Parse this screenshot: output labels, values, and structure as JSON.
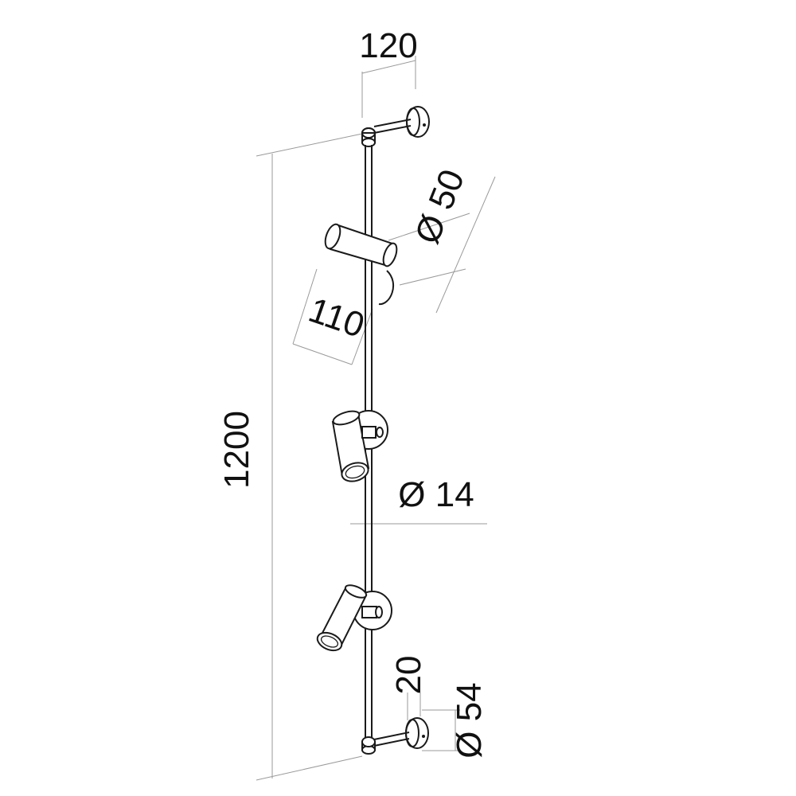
{
  "dimensions": {
    "arm_length": "120",
    "spot_diameter": "Ø 50",
    "spot_length": "110",
    "total_height": "1200",
    "bar_diameter": "Ø 14",
    "base_depth": "20",
    "base_diameter": "Ø 54"
  },
  "colors": {
    "outline": "#1a1a1a",
    "dimension_line": "#9a9a9a",
    "background": "#ffffff"
  }
}
